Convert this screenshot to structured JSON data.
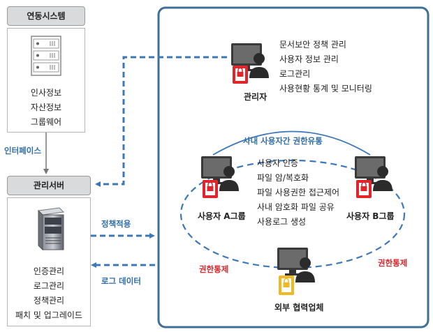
{
  "linked_system": {
    "title": "연동시스템",
    "items": [
      "인사정보",
      "자산정보",
      "그룹웨어"
    ]
  },
  "interface_label": "인터페이스",
  "management_server": {
    "title": "관리서버",
    "items": [
      "인증관리",
      "로그관리",
      "정책관리",
      "패치 및 업그레이드"
    ]
  },
  "arrows": {
    "policy_apply": "정책적용",
    "log_data": "로그 데이터"
  },
  "admin": {
    "label": "관리자",
    "functions": [
      "문서보안 정책 관리",
      "사용자 정보 관리",
      "로그관리",
      "사용현황 통계 및 모니터링"
    ]
  },
  "internal_flow_label": "사내 사용자간 권한유통",
  "user_a": {
    "label": "사용자 A그룹"
  },
  "user_b": {
    "label": "사용자 B그룹"
  },
  "user_functions": [
    "사용자 인증",
    "파일 암/복호화",
    "파일 사용권한 접근제어",
    "사내 암호화 파일 공유",
    "사용로그 생성"
  ],
  "rights_control_left": "권한통제",
  "rights_control_right": "권한통제",
  "partner": {
    "label": "외부 협력업체"
  },
  "colors": {
    "frame": "#3f6f96",
    "dashed": "#3c78b8",
    "lock_red": "#e0262b",
    "lock_yellow": "#f2b824"
  }
}
